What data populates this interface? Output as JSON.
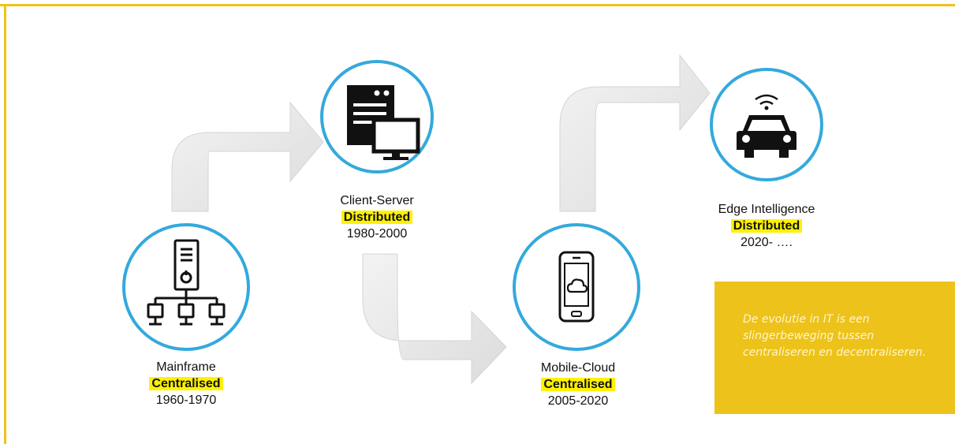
{
  "stages": [
    {
      "name": "Mainframe",
      "type": "Centralised",
      "years": "1960-1970"
    },
    {
      "name": "Client-Server",
      "type": "Distributed",
      "years": "1980-2000"
    },
    {
      "name": "Mobile-Cloud",
      "type": "Centralised",
      "years": "2005-2020"
    },
    {
      "name": "Edge Intelligence",
      "type": "Distributed",
      "years": "2020- …."
    }
  ],
  "note": {
    "text": "De evolutie in IT is een slingerbeweging tussen centraliseren en decentraliseren."
  },
  "colors": {
    "accent": "#f0c419",
    "circle_border": "#34a9dc",
    "highlight": "#fff200",
    "arrow": "#e6e6e6"
  }
}
